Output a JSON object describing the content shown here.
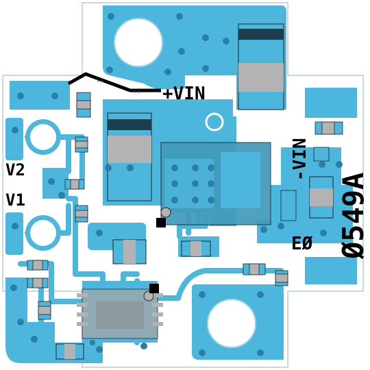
{
  "board": {
    "colors": {
      "substrate": "#ffffff",
      "copper": "#4db6dc",
      "pad_gray": "#b3b3b3",
      "pad_dark": "#1d3e4f",
      "via": "#2a7fa8",
      "silkscreen": "#000000",
      "outline": "#9ab8c6",
      "stroke": "#222222"
    }
  },
  "labels": {
    "vin_plus": "+VIN",
    "vin_minus": "-VIN",
    "v2": "V2",
    "v1": "V1",
    "e0": "EØ",
    "part_number": "Ø549A",
    "wire_tag_a": "W_A",
    "wire_tag_b": "W_B"
  }
}
